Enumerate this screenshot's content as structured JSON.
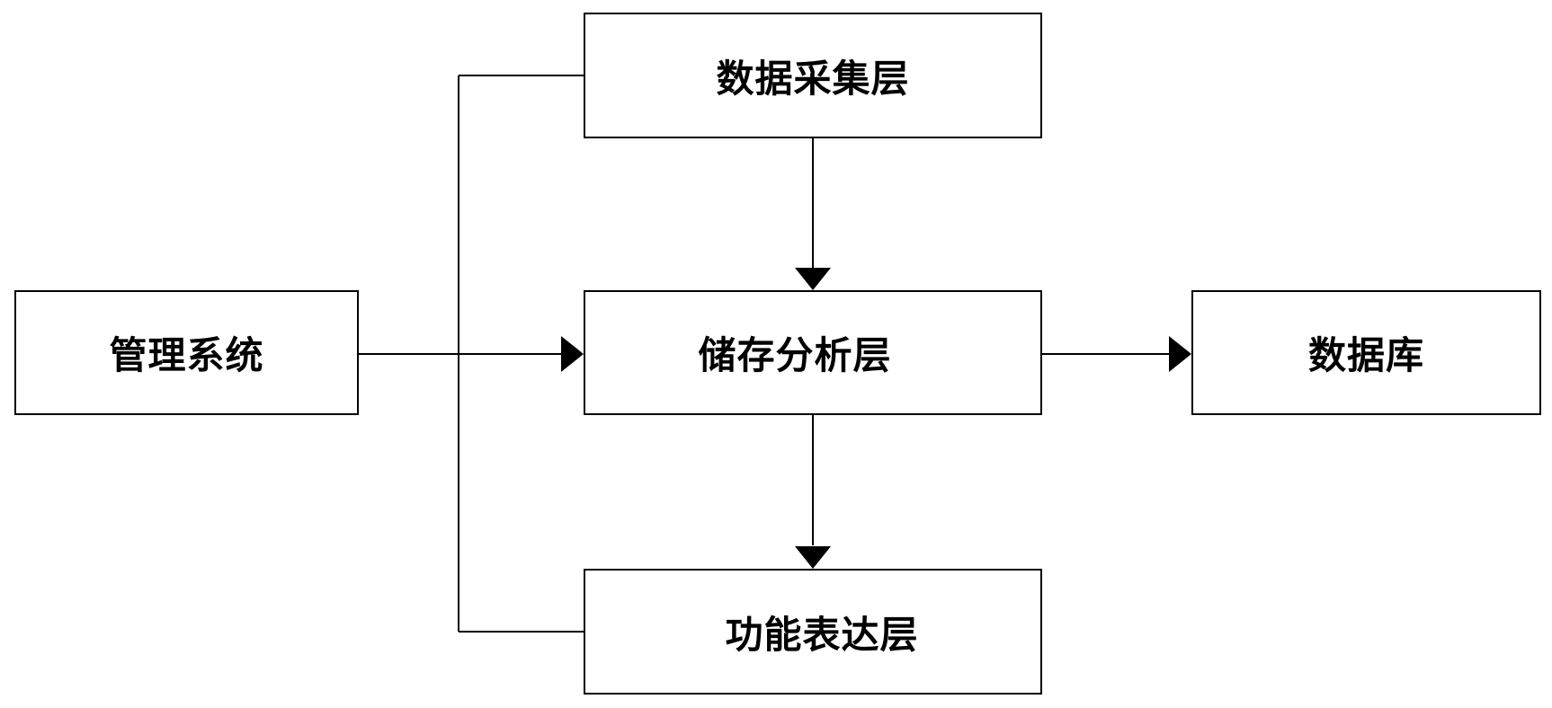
{
  "nodes": {
    "data_collection": "数据采集层",
    "management": "管理系统",
    "storage": "储存分析层",
    "database": "数据库",
    "function": "功能表达层"
  }
}
